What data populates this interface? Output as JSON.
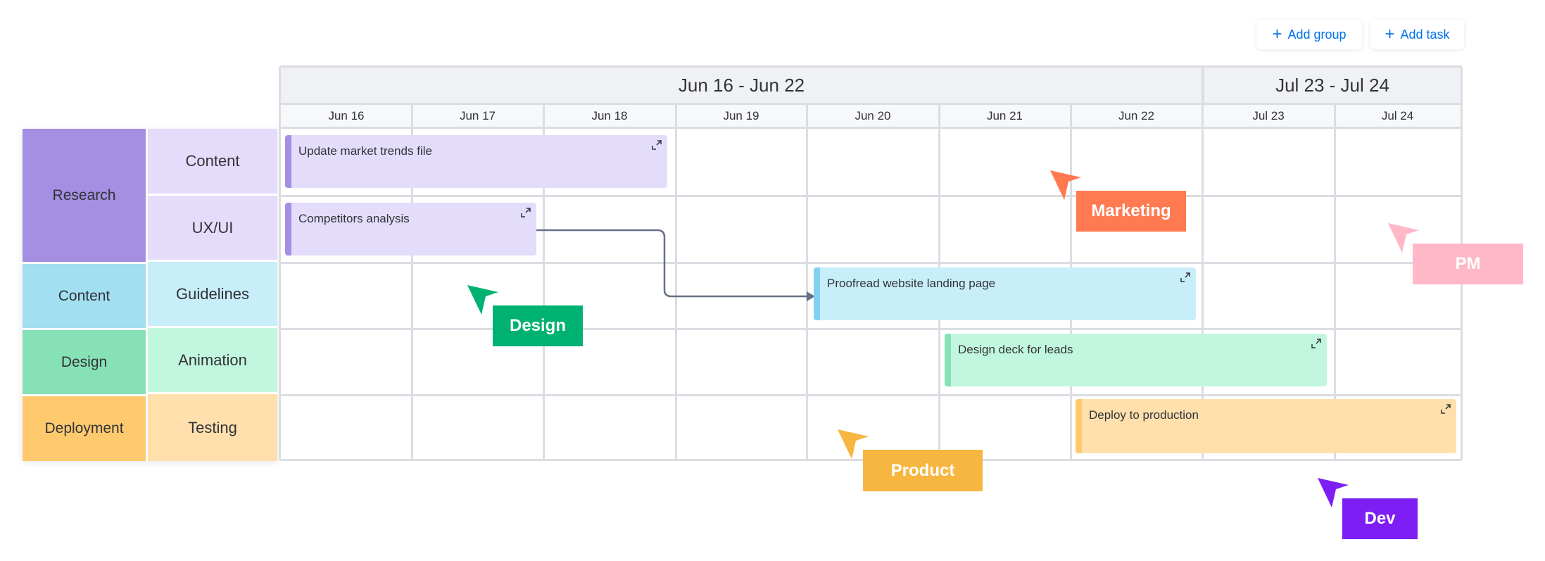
{
  "actions": {
    "add_group": "Add group",
    "add_task": "Add task"
  },
  "weeks": [
    "Jun 16 - Jun 22",
    "Jul 23 - Jul 24"
  ],
  "days": [
    "Jun 16",
    "Jun 17",
    "Jun 18",
    "Jun 19",
    "Jun 20",
    "Jun 21",
    "Jun 22",
    "Jul 23",
    "Jul 24"
  ],
  "groups": [
    {
      "label": "Research",
      "color": "#a48fe3",
      "subs": [
        {
          "label": "Content",
          "color": "#e4dcfa"
        },
        {
          "label": "UX/UI",
          "color": "#e4dcfa"
        }
      ]
    },
    {
      "label": "Content",
      "color": "#a1dff1",
      "subs": [
        {
          "label": "Guidelines",
          "color": "#c8eef9"
        }
      ]
    },
    {
      "label": "Design",
      "color": "#86e1b6",
      "subs": [
        {
          "label": "Animation",
          "color": "#c2f7df"
        }
      ]
    },
    {
      "label": "Deployment",
      "color": "#ffca6e",
      "subs": [
        {
          "label": "Testing",
          "color": "#ffe0ad"
        }
      ]
    }
  ],
  "tasks": [
    {
      "label": "Update market trends file",
      "bg": "#e3dcfb",
      "stripe": "#a48fe3"
    },
    {
      "label": "Competitors analysis",
      "bg": "#e3dcfb",
      "stripe": "#a48fe3"
    },
    {
      "label": "Proofread website landing page",
      "bg": "#c8eef9",
      "stripe": "#7fd2ef"
    },
    {
      "label": "Design deck for leads",
      "bg": "#c2f7df",
      "stripe": "#86e1b6"
    },
    {
      "label": "Deploy to production",
      "bg": "#ffe0ad",
      "stripe": "#ffca6e"
    }
  ],
  "cursors": [
    {
      "label": "Marketing",
      "color": "#ff7a50"
    },
    {
      "label": "PM",
      "color": "#ffb8c8"
    },
    {
      "label": "Design",
      "color": "#00b272"
    },
    {
      "label": "Product",
      "color": "#f6b63f"
    },
    {
      "label": "Dev",
      "color": "#7d1ef5"
    }
  ],
  "icons": {
    "expand": "expand-icon",
    "plus": "plus-icon",
    "cursor": "cursor-arrow-icon"
  }
}
